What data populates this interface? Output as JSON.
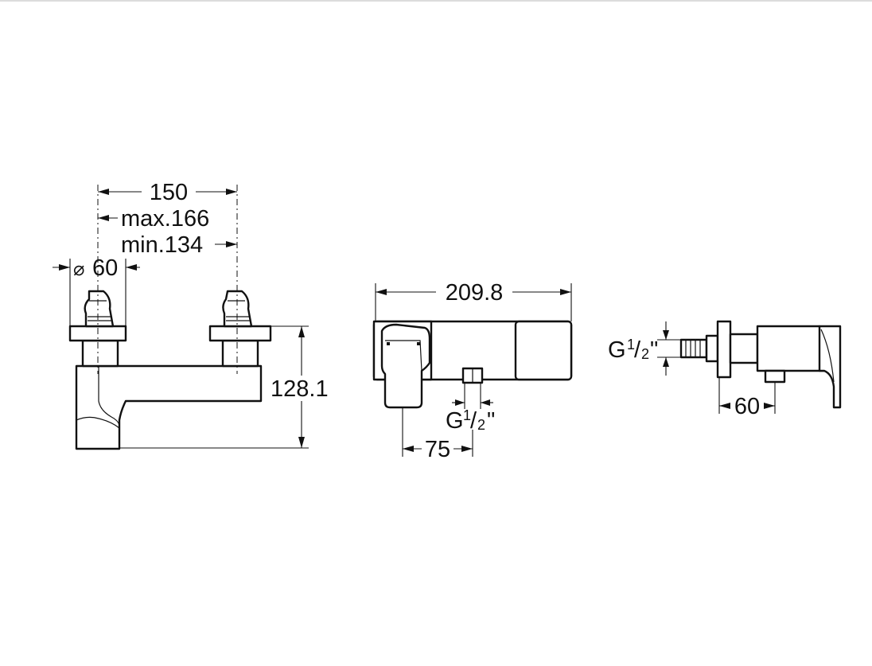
{
  "front_view": {
    "dim_width": "150",
    "dim_max": "max.166",
    "dim_min": "min.134",
    "dim_diameter_symbol": "⌀",
    "dim_diameter": "60",
    "dim_height": "128.1"
  },
  "top_view": {
    "dim_width": "209.8",
    "dim_offset": "75",
    "thread_g": "G",
    "thread_num": "1",
    "thread_slash": "/",
    "thread_den": "2",
    "thread_quote": "\""
  },
  "side_view": {
    "thread_g": "G",
    "thread_num": "1",
    "thread_slash": "/",
    "thread_den": "2",
    "thread_quote": "\"",
    "dim_depth": "60"
  }
}
